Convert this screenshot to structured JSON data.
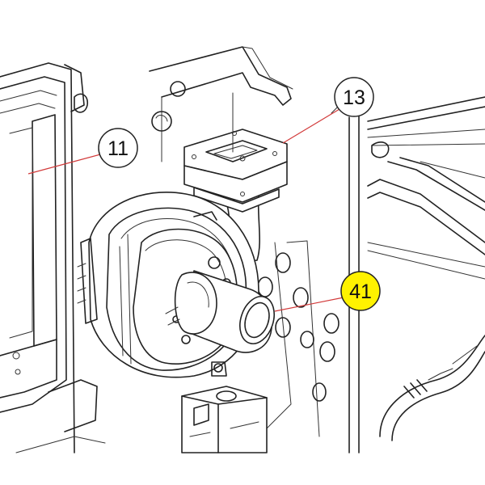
{
  "callouts": [
    {
      "label": "11",
      "fill": "#ffffff",
      "border": "#222222"
    },
    {
      "label": "13",
      "fill": "#ffffff",
      "border": "#222222"
    },
    {
      "label": "41",
      "fill": "#fff200",
      "border": "#222222"
    }
  ],
  "leader_color": "#d23a3a"
}
